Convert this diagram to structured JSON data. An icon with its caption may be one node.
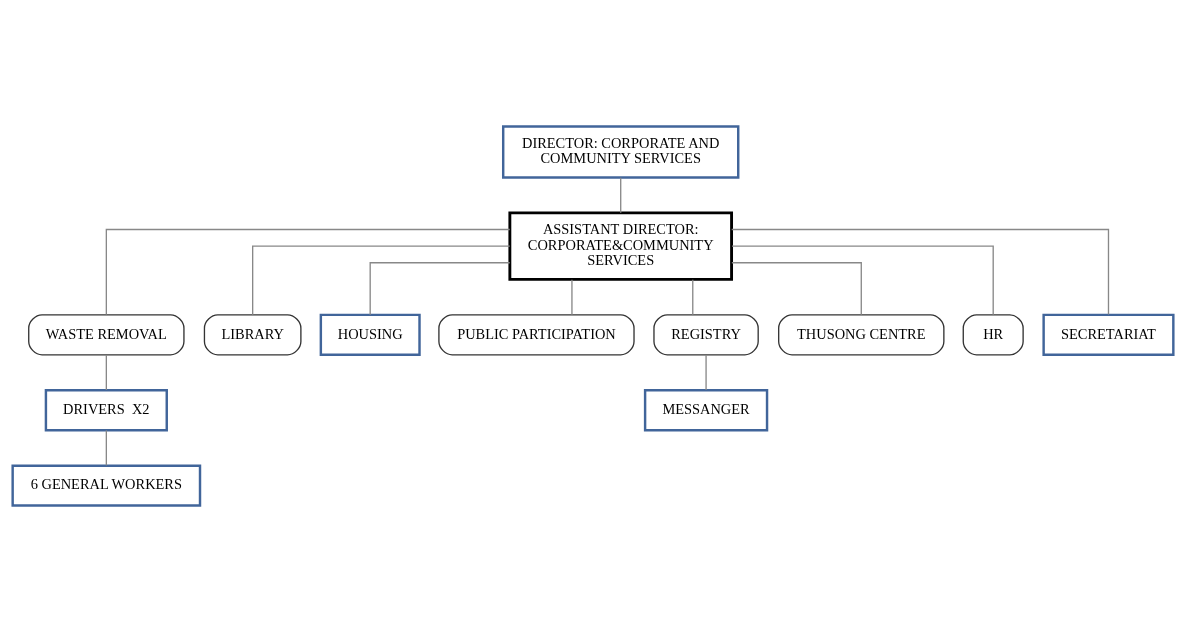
{
  "diagram": {
    "nodes": [
      {
        "text": [
          "DIRECTOR: CORPORATE AND COMMUNITY SERVICES"
        ]
      },
      {
        "text": [
          "ASSISTANT DIRECTOR: CORPORATE&COMMUNITY SERVICES"
        ]
      },
      {
        "text": [
          "WASTE REMOVAL"
        ]
      },
      {
        "text": [
          "LIBRARY"
        ]
      },
      {
        "text": [
          "HOUSING"
        ]
      },
      {
        "text": [
          "PUBLIC PARTICIPATION"
        ]
      },
      {
        "text": [
          "REGISTRY"
        ]
      },
      {
        "text": [
          "THUSONG CENTRE"
        ]
      },
      {
        "text": [
          "HR"
        ]
      },
      {
        "text": [
          "SECRETARIAT"
        ]
      },
      {
        "text": [
          "DRIVERS  X2"
        ]
      },
      {
        "text": [
          "6 GENERAL WORKERS"
        ]
      },
      {
        "text": [
          "MESSANGER"
        ]
      }
    ],
    "edges": [
      {
        "from": 0,
        "to": 1,
        "arrow": "none"
      },
      {
        "from": 1,
        "to": 2,
        "arrow": "none"
      },
      {
        "from": 1,
        "to": 3,
        "arrow": "none"
      },
      {
        "from": 1,
        "to": 4,
        "arrow": "none"
      },
      {
        "from": 1,
        "to": 5,
        "arrow": "none"
      },
      {
        "from": 1,
        "to": 6,
        "arrow": "none"
      },
      {
        "from": 1,
        "to": 7,
        "arrow": "none"
      },
      {
        "from": 1,
        "to": 8,
        "arrow": "none"
      },
      {
        "from": 1,
        "to": 9,
        "arrow": "none"
      },
      {
        "from": 2,
        "to": 10,
        "arrow": "none"
      },
      {
        "from": 10,
        "to": 11,
        "arrow": "none"
      },
      {
        "from": 6,
        "to": 12,
        "arrow": "none"
      }
    ]
  }
}
